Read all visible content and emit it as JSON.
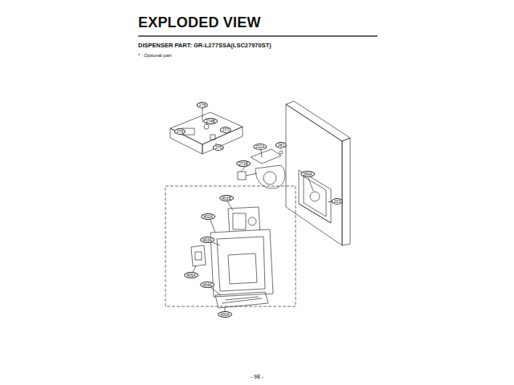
{
  "diagram": {
    "title": "EXPLODED VIEW",
    "labels": [
      "DISPENSER PART: GR-L277SSA(LSC27970ST)",
      "* : Optional part",
      "278",
      "274B",
      "276",
      "277",
      "275",
      "211A",
      "281",
      "271B",
      "280A",
      "203",
      "401B",
      "402A",
      "403A",
      "405A",
      "404A",
      "400A",
      "- 98 -"
    ]
  }
}
